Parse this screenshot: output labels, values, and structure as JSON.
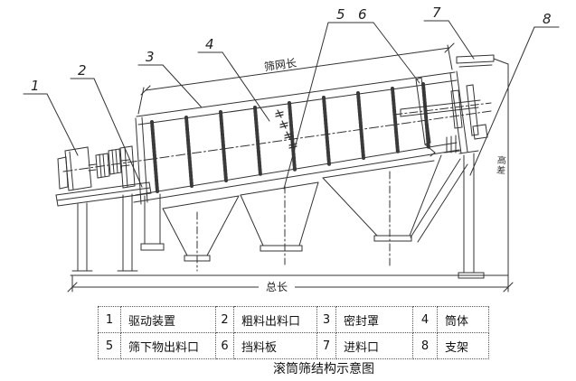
{
  "figure": {
    "caption": "滚筒筛结构示意图",
    "dim_screen_length": "筛网长",
    "dim_total_length": "总长",
    "dim_right_vertical": "高差",
    "callouts": {
      "c1": "1",
      "c2": "2",
      "c3": "3",
      "c4": "4",
      "c5": "5",
      "c6": "6",
      "c7": "7",
      "c8": "8"
    }
  },
  "legend": {
    "rows": [
      [
        {
          "num": "1",
          "label": "驱动装置"
        },
        {
          "num": "2",
          "label": "粗料出料口"
        },
        {
          "num": "3",
          "label": "密封罩"
        },
        {
          "num": "4",
          "label": "筒体"
        }
      ],
      [
        {
          "num": "5",
          "label": "筛下物出料口"
        },
        {
          "num": "6",
          "label": "挡料板"
        },
        {
          "num": "7",
          "label": "进料口"
        },
        {
          "num": "8",
          "label": "支架"
        }
      ]
    ]
  },
  "colors": {
    "line": "#333333",
    "background": "#ffffff"
  }
}
